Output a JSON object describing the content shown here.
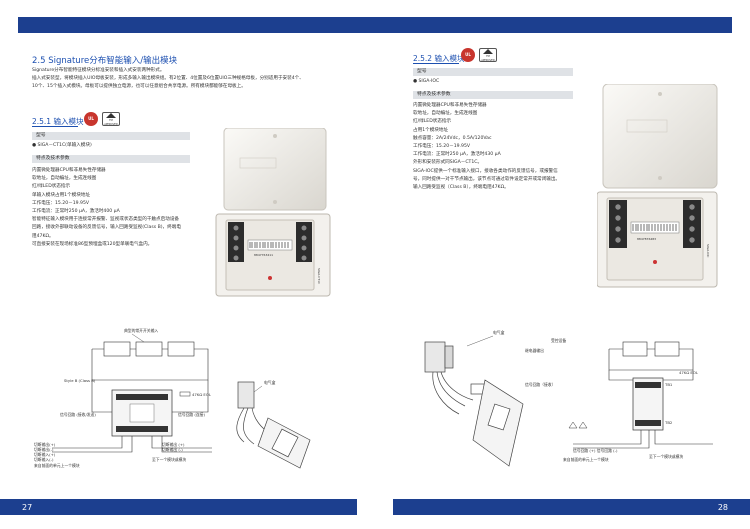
{
  "left_page": {
    "page_number": "27",
    "section_title": "2.5 Signature分布智能输入/输出模块",
    "intro_lines": [
      "Signature分布智能特征模块分标准安装和插入式安装两种形式。",
      "插入式安装型，将模块插入UIO母板安装，形成多输入输出模块组。有2位置、4位置及6位置UIO三种规格母板，分别适用于安装4个、",
      "10个、15个插入式模块。母板可以提供独立电源，也可以任意组合共享电源。所有模块都能够在母板上。"
    ],
    "sub_title": "2.5.1 输入模块",
    "badges": {
      "ul": "UL",
      "fm": "FM APPROVED"
    },
    "model_bar_label": "型号",
    "model_line": "● SIGA－CT1C(单输入模块)",
    "features_bar_label": "特点及技术参数",
    "features": [
      "内置微处理器CPU和非易失性存储器",
      "软地址，自动编址，生成连线图",
      "红/绿LED状态指示",
      "单输入模块占用1个模块地址",
      "工作电压：15.20－19.95V",
      "工作电流：正常时250 μA，激活时400 μA",
      "智能特征输入模块用于连接常开报警、监视或状态类型的干触点启动设备",
      "回路，接收外部联动设备的反馈信号，输入回路受监视(Class B)，终端电",
      "阻47KΩ。",
      "可直接安装在现场标准86型预埋盒或120型单联电气盒内。"
    ],
    "device_labels": {
      "model_tag": "SIGA-CT1C",
      "serial": "8847763411"
    },
    "diagram_labels": {
      "top": "典型的常开开关输入",
      "class_b": "Style B (Class B)",
      "eol": "47KΩ EOL",
      "data_in": "信号回路\n(接收/发送)",
      "data_out": "信号回路\n(连接)",
      "from_prev": "来自前面的单元上一个模块",
      "to_next": "至下一个模块或模块",
      "terminals_left": [
        "切断输出(+)",
        "切断输出(-)",
        "切断输入(+)",
        "切断输入(-)"
      ],
      "terminals_right": [
        "切断输出 (+)",
        "切断输出 (-)"
      ],
      "box_label": "电气盒"
    }
  },
  "right_page": {
    "page_number": "28",
    "sub_title": "2.5.2 输入模块",
    "badges": {
      "ul": "UL",
      "fm": "FM APPROVED"
    },
    "model_bar_label": "型号",
    "model_line": "● SIGA-IOC",
    "features_bar_label": "特点及技术参数",
    "features": [
      "内置微处理器CPU和非易失性存储器",
      "软地址，自动编址，生成连线图",
      "红/绿LED状态指示",
      "占用1个模块地址",
      "触点容量：2A/24Vdc，0.5A/120Vac",
      "工作电压：15.20－19.95V",
      "工作电流：正常时250 μA，激活时430 μA",
      "外形和安装形式同SIGA－CT1C。",
      "SIGA-IOC提供一个标准输入接口，接收各类动作的反馈信号，或报警信",
      "号，同时提供一对干节点输出，该节点可通过软件设定常开或常闭输出。",
      "输入回路受监视（Class B），终端电阻47KΩ。"
    ],
    "device_labels": {
      "model_tag": "SIGA-IOC",
      "serial": "8847876483"
    },
    "diagram_labels": {
      "box_label": "电气盒",
      "top": "受控设备",
      "relay": "继电器输出",
      "signal": "信号回路（接收）",
      "eol": "47KΩ EOL",
      "tb1": "TB1",
      "tb2": "TB2",
      "data_out": "信号回路 (+)\n信号回路 (-)",
      "from_prev": "来自前面的单元上一个模块",
      "to_next": "至下一个模块或模块"
    }
  },
  "colors": {
    "accent": "#1c3f8f",
    "heading": "#1c4fb0",
    "bar_bg": "#dfe2e6",
    "ul_red": "#c8352d"
  }
}
